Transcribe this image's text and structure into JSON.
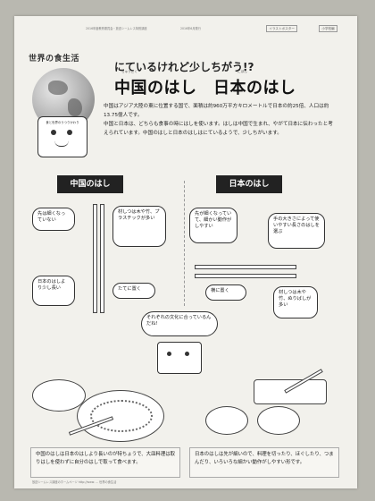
{
  "header": {
    "top_note": "2016年度教育委員会・放送シームレス特別講座",
    "top_note_2": "2016年6月発行",
    "tags": [
      "イラストポスター",
      "小学校編"
    ]
  },
  "logo": {
    "title": "世界の食生活",
    "mascot_text": "食と世界のうつりかわり"
  },
  "headline": {
    "subtitle": "にているけれど少しちがう!?",
    "title": "中国のはし　日本のはし",
    "ruby": [
      "ちゅうごく",
      "にほん"
    ]
  },
  "intro": {
    "p1": "中国はアジア大陸の東に位置する国で、面積は約960万平方キロメートルで日本の約25倍、人口は約13.75億人です。",
    "p2": "中国と日本は、どちらも食事の時にはしを使います。はしは中国で生まれ、やがて日本に伝わったと考えられています。中国のはしと日本のはしはにているようで、少しちがいます。"
  },
  "china": {
    "heading": "中国のはし",
    "bubbles": [
      "先は細くなっていない",
      "材しつは木や竹、プラスチックが多い",
      "日本のはしより少し長い",
      "たてに置く"
    ],
    "bottom_text": "中国のはしは日本のはしより長いのが特ちょうで、大皿料理は取りはしを使わずに自分のはしで取って食べます。"
  },
  "japan": {
    "heading": "日本のはし",
    "bubbles": [
      "先が細くなっていて、細かい動作がしやすい",
      "手の大きさによって使いやすい長さのはしを選ぶ",
      "横に置く",
      "材しつは木や竹、ぬりばしが多い"
    ],
    "bottom_text": "日本のはしは先が細いので、料理を切ったり、ほぐしたり、つまんだり、いろいろな細かい動作がしやすい形です。"
  },
  "center_bubble": "それぞれの文化に合っているんだね!",
  "footer": "放送シームレス講座のホームページ http://www. ... 世界の食生活"
}
